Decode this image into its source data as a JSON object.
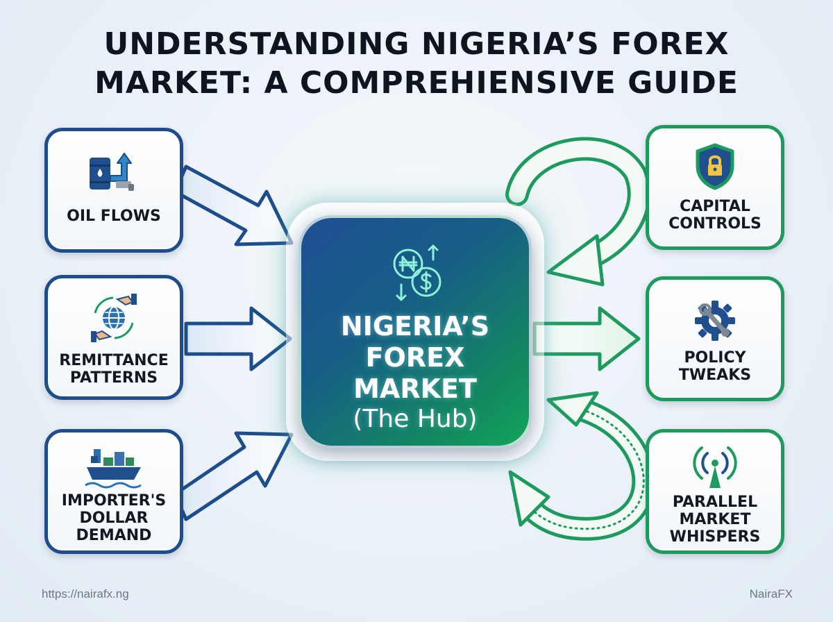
{
  "title": {
    "line1": "UNDERSTANDING NIGERIA’S FOREX",
    "line2": "MARKET: A COMPREHIENSIVE GUIDE"
  },
  "hub": {
    "line1": "NIGERIA’S",
    "line2": "FOREX",
    "line3": "MARKET",
    "subtitle": "(The Hub)",
    "icon": "naira-dollar-exchange-icon"
  },
  "inputs": [
    {
      "line1": "OIL FLOWS",
      "icon": "oil-barrel-pipe-icon"
    },
    {
      "line1": "REMITTANCE",
      "line2": "PATTERNS",
      "icon": "globe-hands-icon"
    },
    {
      "line1": "IMPORTER'S",
      "line2": "DOLLAR",
      "line3": "DEMAND",
      "icon": "cargo-ship-icon"
    }
  ],
  "outputs": [
    {
      "line1": "CAPITAL",
      "line2": "CONTROLS",
      "icon": "shield-lock-icon"
    },
    {
      "line1": "POLICY",
      "line2": "TWEAKS",
      "icon": "gear-wrench-icon"
    },
    {
      "line1": "PARALLEL",
      "line2": "MARKET",
      "line3": "WHISPERS",
      "icon": "signal-tower-icon"
    }
  ],
  "footer": {
    "url": "https://nairafx.ng",
    "brand": "NairaFX"
  },
  "colors": {
    "blue": "#1e4d8c",
    "green": "#1f9a5e",
    "title": "#0d1620"
  }
}
